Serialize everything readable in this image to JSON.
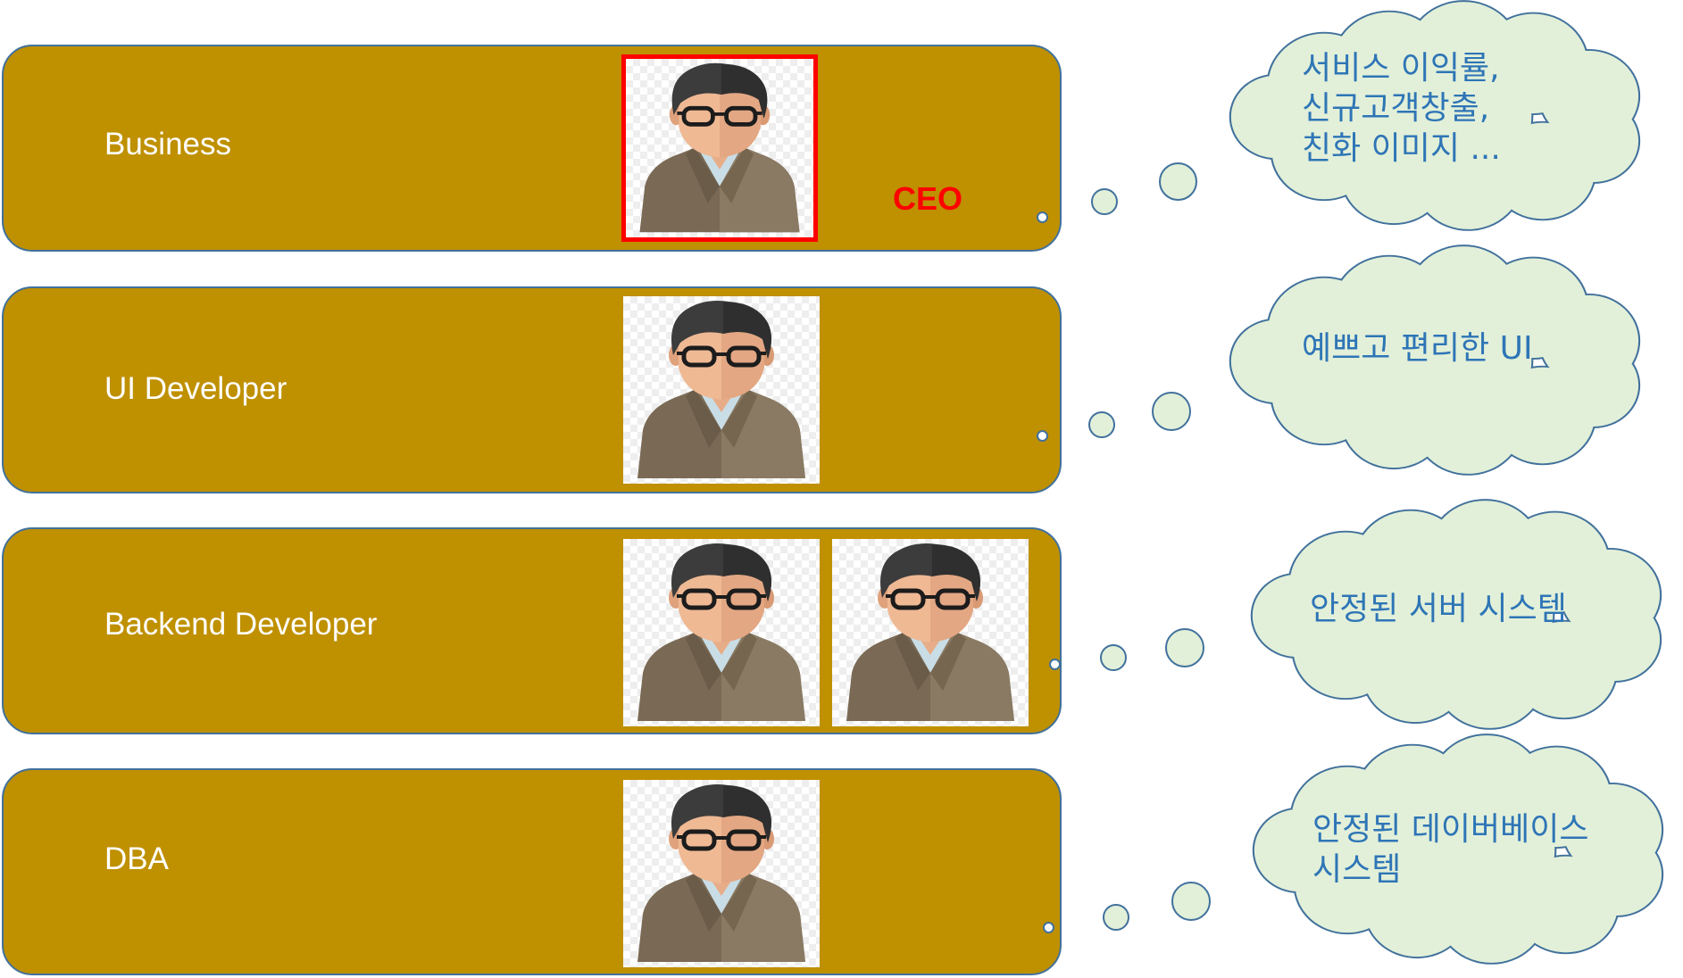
{
  "colors": {
    "box_fill": "#bf9000",
    "box_border": "#41719c",
    "label_text": "#ffffff",
    "ceo_text": "#ff0000",
    "cloud_fill": "#e2f0d9",
    "cloud_text": "#2e75b6"
  },
  "roles": [
    {
      "label": "Business",
      "badge": "CEO",
      "members": 1,
      "selected_member": 1,
      "thought_lines": [
        "서비스 이익률,",
        "신규고객창출,",
        "친화 이미지 ..."
      ]
    },
    {
      "label": "UI Developer",
      "members": 1,
      "thought_lines": [
        "예쁘고 편리한 UI"
      ]
    },
    {
      "label": "Backend Developer",
      "members": 2,
      "thought_lines": [
        "안정된 서버 시스템"
      ]
    },
    {
      "label": "DBA",
      "members": 1,
      "thought_lines": [
        "안정된 데이버베이스",
        "시스템"
      ]
    }
  ],
  "icons": {
    "member_avatar": "person-with-glasses-avatar-icon"
  }
}
